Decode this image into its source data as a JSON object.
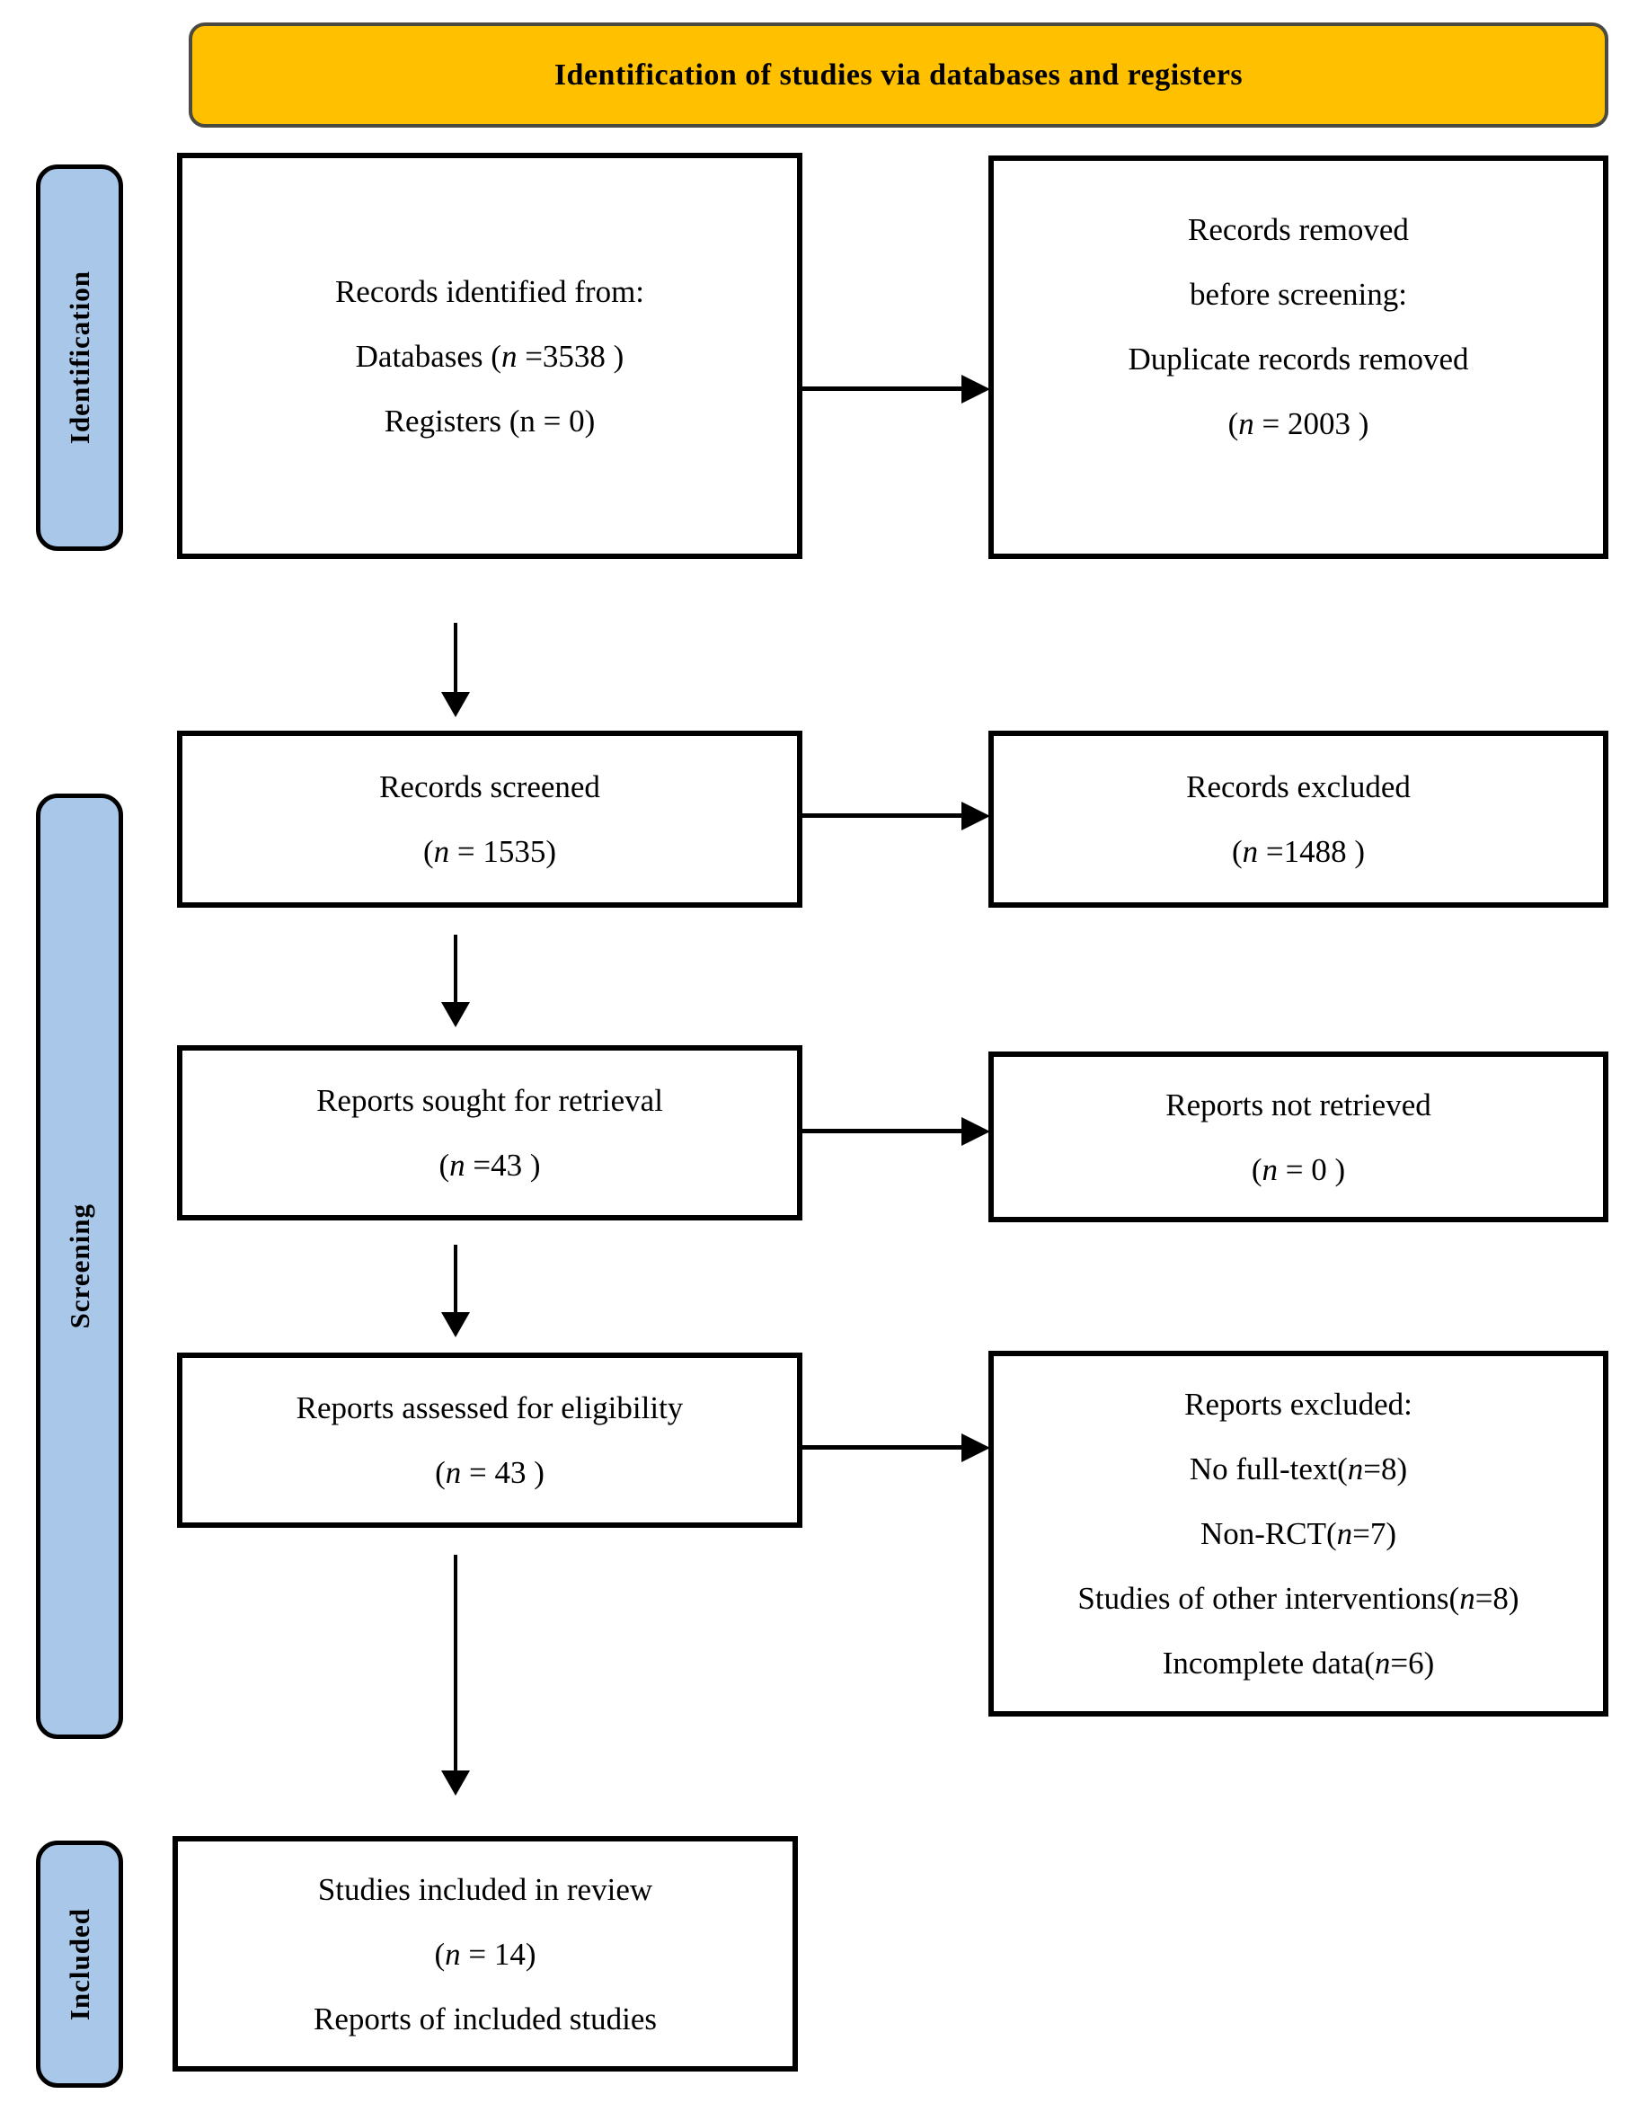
{
  "banner": {
    "title": "Identification of studies via databases and registers"
  },
  "sidebar": {
    "identification": {
      "label": "Identification"
    },
    "screening": {
      "label": "Screening"
    },
    "included": {
      "label": "Included"
    }
  },
  "flowchart": {
    "records_identified": {
      "lines": [
        [
          {
            "t": "Records identified from:"
          }
        ],
        [
          {
            "t": "Databases ("
          },
          {
            "t": "n",
            "i": true
          },
          {
            "t": " =3538 )"
          }
        ],
        [
          {
            "t": "Registers (n = 0)"
          }
        ]
      ]
    },
    "records_removed": {
      "lines": [
        [
          {
            "t": "Records removed"
          }
        ],
        [
          {
            "t": "before screening:"
          }
        ],
        [
          {
            "t": "Duplicate records removed"
          }
        ],
        [
          {
            "t": "("
          },
          {
            "t": "n",
            "i": true
          },
          {
            "t": " = 2003 )"
          }
        ]
      ]
    },
    "records_screened": {
      "lines": [
        [
          {
            "t": "Records screened"
          }
        ],
        [
          {
            "t": "("
          },
          {
            "t": "n",
            "i": true
          },
          {
            "t": " = 1535)"
          }
        ]
      ]
    },
    "records_excluded": {
      "lines": [
        [
          {
            "t": "Records excluded"
          }
        ],
        [
          {
            "t": "("
          },
          {
            "t": "n",
            "i": true
          },
          {
            "t": " =1488 )"
          }
        ]
      ]
    },
    "reports_sought": {
      "lines": [
        [
          {
            "t": "Reports sought for retrieval"
          }
        ],
        [
          {
            "t": "("
          },
          {
            "t": "n",
            "i": true
          },
          {
            "t": " =43 )"
          }
        ]
      ]
    },
    "reports_not_retrieved": {
      "lines": [
        [
          {
            "t": "Reports not retrieved"
          }
        ],
        [
          {
            "t": "("
          },
          {
            "t": "n",
            "i": true
          },
          {
            "t": " = 0 )"
          }
        ]
      ]
    },
    "reports_assessed": {
      "lines": [
        [
          {
            "t": "Reports assessed for eligibility"
          }
        ],
        [
          {
            "t": "("
          },
          {
            "t": "n",
            "i": true
          },
          {
            "t": " = 43 )"
          }
        ]
      ]
    },
    "reports_excluded": {
      "lines": [
        [
          {
            "t": "Reports excluded:"
          }
        ],
        [
          {
            "t": "No full-text("
          },
          {
            "t": "n",
            "i": true
          },
          {
            "t": "=8)"
          }
        ],
        [
          {
            "t": "Non-RCT("
          },
          {
            "t": "n",
            "i": true
          },
          {
            "t": "=7)"
          }
        ],
        [
          {
            "t": "Studies of other interventions("
          },
          {
            "t": "n",
            "i": true
          },
          {
            "t": "=8)"
          }
        ],
        [
          {
            "t": "Incomplete data("
          },
          {
            "t": "n",
            "i": true
          },
          {
            "t": "=6)"
          }
        ]
      ]
    },
    "studies_included": {
      "lines": [
        [
          {
            "t": "Studies included in review"
          }
        ],
        [
          {
            "t": "("
          },
          {
            "t": "n",
            "i": true
          },
          {
            "t": " = 14)"
          }
        ],
        [
          {
            "t": "Reports of included studies"
          }
        ]
      ]
    }
  },
  "colors": {
    "banner_fill": "#FFC000",
    "sidebar_fill": "#A9C7E8",
    "line_color": "#000000"
  }
}
